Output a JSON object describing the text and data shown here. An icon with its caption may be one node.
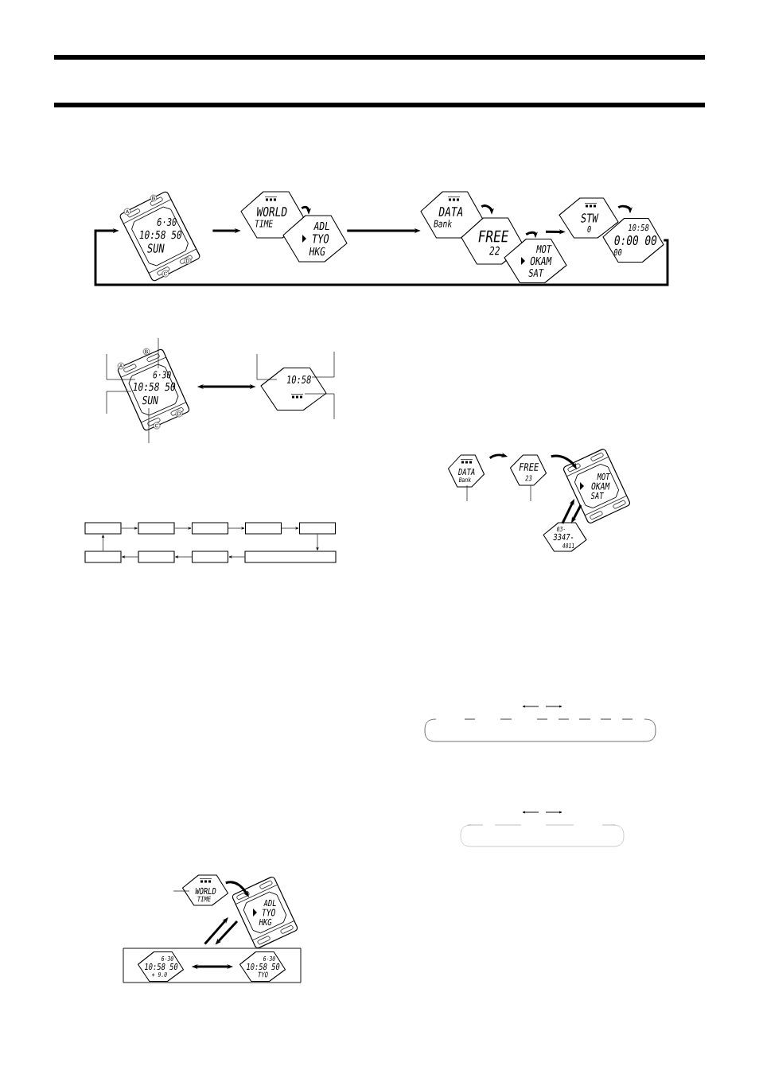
{
  "diagram": {
    "nodes": [
      {
        "text": [
          "6·30",
          "10:58 50",
          "SUN"
        ]
      },
      {
        "text": [
          "WORLD",
          "TIME"
        ]
      },
      {
        "text": [
          "ADL",
          "TYO",
          "HKG"
        ]
      },
      {
        "text": [
          "DATA",
          "Bank"
        ]
      },
      {
        "text": [
          "FREE",
          "22"
        ]
      },
      {
        "text": [
          "MOT",
          "OKAM",
          "SAT"
        ]
      },
      {
        "text": [
          "STW",
          "0"
        ]
      },
      {
        "text": [
          "10:58",
          "0:00 00",
          "00"
        ]
      },
      {
        "text": [
          "6·30",
          "10:58 50",
          "SUN"
        ]
      },
      {
        "text": [
          "10:58"
        ]
      },
      {
        "text": [],
        "shape": "box"
      },
      {
        "text": [],
        "shape": "box"
      },
      {
        "text": [],
        "shape": "box"
      },
      {
        "text": [],
        "shape": "box"
      },
      {
        "text": [],
        "shape": "box"
      },
      {
        "text": [],
        "shape": "box"
      },
      {
        "text": [],
        "shape": "box"
      },
      {
        "text": [],
        "shape": "box"
      },
      {
        "text": [],
        "shape": "box"
      },
      {
        "text": [
          "DATA",
          "Bank"
        ]
      },
      {
        "text": [
          "FREE",
          "23"
        ]
      },
      {
        "text": [
          "MOT",
          "OKAM",
          "SAT"
        ]
      },
      {
        "text": [
          "03-",
          "3347-",
          "4811"
        ]
      },
      {
        "text": [
          "WORLD",
          "TIME"
        ]
      },
      {
        "text": [
          "ADL",
          "TYO",
          "HKG"
        ]
      },
      {
        "text": [],
        "shape": "box"
      },
      {
        "text": [
          "6-30",
          "10:58 50",
          "+ 9.0"
        ],
        "in": 25
      },
      {
        "text": [
          "6-30",
          "10:58 50",
          "TYO"
        ],
        "in": 25
      }
    ],
    "edges": [
      {
        "from": 0,
        "to": 1,
        "arrow": "to",
        "style": "thick"
      },
      {
        "from": 1,
        "to": 2,
        "arrow": "to",
        "style": "thick"
      },
      {
        "from": 2,
        "to": 3,
        "arrow": "to",
        "style": "thick"
      },
      {
        "from": 3,
        "to": 4,
        "arrow": "to",
        "style": "thick"
      },
      {
        "from": 4,
        "to": 5,
        "arrow": "to",
        "style": "thick"
      },
      {
        "from": 5,
        "to": 6,
        "arrow": "to",
        "style": "thick"
      },
      {
        "from": 6,
        "to": 7,
        "arrow": "to",
        "style": "thick"
      },
      {
        "from": 7,
        "to": 0,
        "arrow": "to",
        "style": "thick"
      },
      {
        "from": 8,
        "to": 9,
        "arrow": "both",
        "style": "thick"
      },
      {
        "from": 10,
        "to": 11,
        "arrow": "to"
      },
      {
        "from": 11,
        "to": 12,
        "arrow": "to"
      },
      {
        "from": 12,
        "to": 13,
        "arrow": "to"
      },
      {
        "from": 13,
        "to": 14,
        "arrow": "to"
      },
      {
        "from": 14,
        "to": 18,
        "arrow": "to"
      },
      {
        "from": 18,
        "to": 17,
        "arrow": "to"
      },
      {
        "from": 17,
        "to": 16,
        "arrow": "to"
      },
      {
        "from": 16,
        "to": 15,
        "arrow": "to"
      },
      {
        "from": 15,
        "to": 10,
        "arrow": "to"
      },
      {
        "from": 19,
        "to": 20,
        "arrow": "to",
        "style": "thick"
      },
      {
        "from": 20,
        "to": 21,
        "arrow": "to",
        "style": "thick"
      },
      {
        "from": 22,
        "to": 21,
        "arrow": "to",
        "style": "thick"
      },
      {
        "from": 21,
        "to": 22,
        "arrow": "to",
        "style": "thick"
      },
      {
        "from": 23,
        "to": 24,
        "arrow": "to",
        "style": "thick"
      },
      {
        "from": 25,
        "to": 24,
        "arrow": "to",
        "style": "thick"
      },
      {
        "from": 24,
        "to": 25,
        "arrow": "to",
        "style": "thick"
      },
      {
        "from": 26,
        "to": 27,
        "arrow": "both",
        "style": "thick"
      },
      {
        "from": null,
        "to": 8,
        "arrow": "none"
      },
      {
        "from": null,
        "to": 8,
        "arrow": "none"
      },
      {
        "from": null,
        "to": 8,
        "arrow": "none"
      },
      {
        "from": null,
        "to": 8,
        "arrow": "none"
      },
      {
        "from": null,
        "to": 9,
        "arrow": "none"
      },
      {
        "from": null,
        "to": 9,
        "arrow": "none"
      },
      {
        "from": null,
        "to": 9,
        "arrow": "none"
      },
      {
        "from": null,
        "to": 19,
        "arrow": "none"
      },
      {
        "from": null,
        "to": 20,
        "arrow": "none"
      },
      {
        "from": null,
        "to": 23,
        "arrow": "none"
      }
    ],
    "labels": [
      "A",
      "B",
      "C",
      "D",
      "A",
      "B",
      "C",
      "D"
    ]
  }
}
